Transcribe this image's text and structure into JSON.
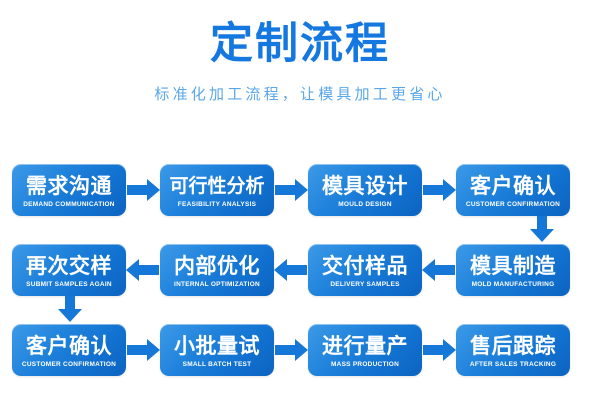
{
  "header": {
    "title": "定制流程",
    "subtitle": "标准化加工流程，让模具加工更省心",
    "title_color": "#1478e0",
    "subtitle_color": "#5aa7ea"
  },
  "theme": {
    "background": "#ffffff",
    "node_blue_light": "#3d9ae8",
    "node_blue_dark": "#0d63c0",
    "arrow_blue": "#1578d8",
    "node_text": "#ffffff"
  },
  "flow": {
    "rows": [
      {
        "direction": "right",
        "nodes": [
          {
            "cn": "需求沟通",
            "en": "DEMAND COMMUNICATION"
          },
          {
            "cn": "可行性分析",
            "en": "FEASIBILITY ANALYSIS"
          },
          {
            "cn": "模具设计",
            "en": "MOULD DESIGN"
          },
          {
            "cn": "客户确认",
            "en": "CUSTOMER CONFIRMATION"
          }
        ]
      },
      {
        "direction": "left",
        "nodes": [
          {
            "cn": "再次交样",
            "en": "SUBMIT SAMPLES AGAIN"
          },
          {
            "cn": "内部优化",
            "en": "INTERNAL OPTIMIZATION"
          },
          {
            "cn": "交付样品",
            "en": "DELIVERY SAMPLES"
          },
          {
            "cn": "模具制造",
            "en": "MOLD MANUFACTURING"
          }
        ]
      },
      {
        "direction": "right",
        "nodes": [
          {
            "cn": "客户确认",
            "en": "CUSTOMER CONFIRMATION"
          },
          {
            "cn": "小批量试",
            "en": "SMALL BATCH TEST"
          },
          {
            "cn": "进行量产",
            "en": "MASS PRODUCTION"
          },
          {
            "cn": "售后跟踪",
            "en": "AFTER SALES TRACKING"
          }
        ]
      }
    ],
    "connectors": [
      {
        "name": "row1-to-row2",
        "direction": "down",
        "side": "right"
      },
      {
        "name": "row2-to-row3",
        "direction": "down",
        "side": "left"
      }
    ]
  }
}
